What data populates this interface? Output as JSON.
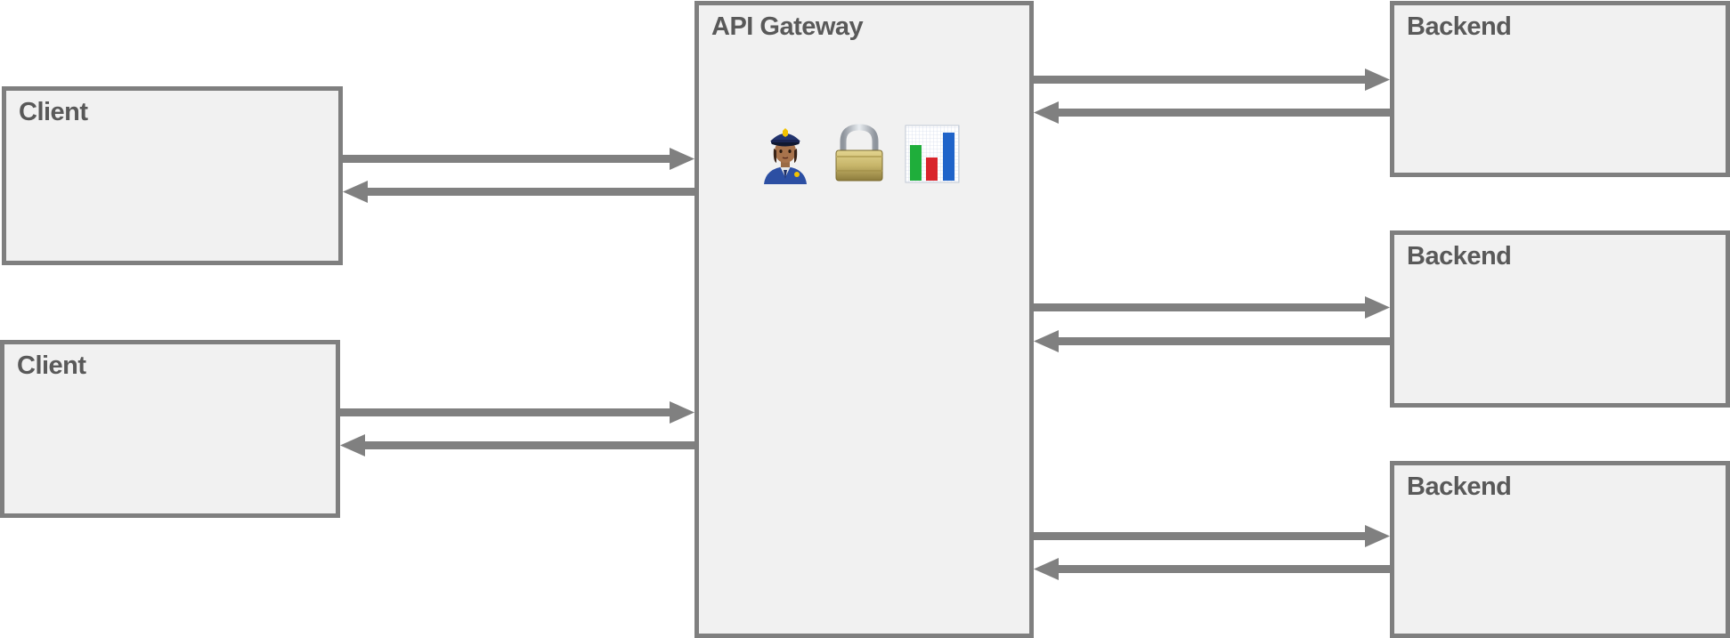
{
  "diagram": {
    "clients": [
      {
        "label": "Client"
      },
      {
        "label": "Client"
      }
    ],
    "gateway": {
      "label": "API Gateway",
      "icons": [
        "police-officer-icon",
        "padlock-icon",
        "bar-chart-icon"
      ]
    },
    "backends": [
      {
        "label": "Backend"
      },
      {
        "label": "Backend"
      },
      {
        "label": "Backend"
      }
    ],
    "colors": {
      "box_fill": "#f1f1f1",
      "box_border": "#7f7f7f",
      "arrow": "#808080",
      "label": "#595959"
    }
  }
}
